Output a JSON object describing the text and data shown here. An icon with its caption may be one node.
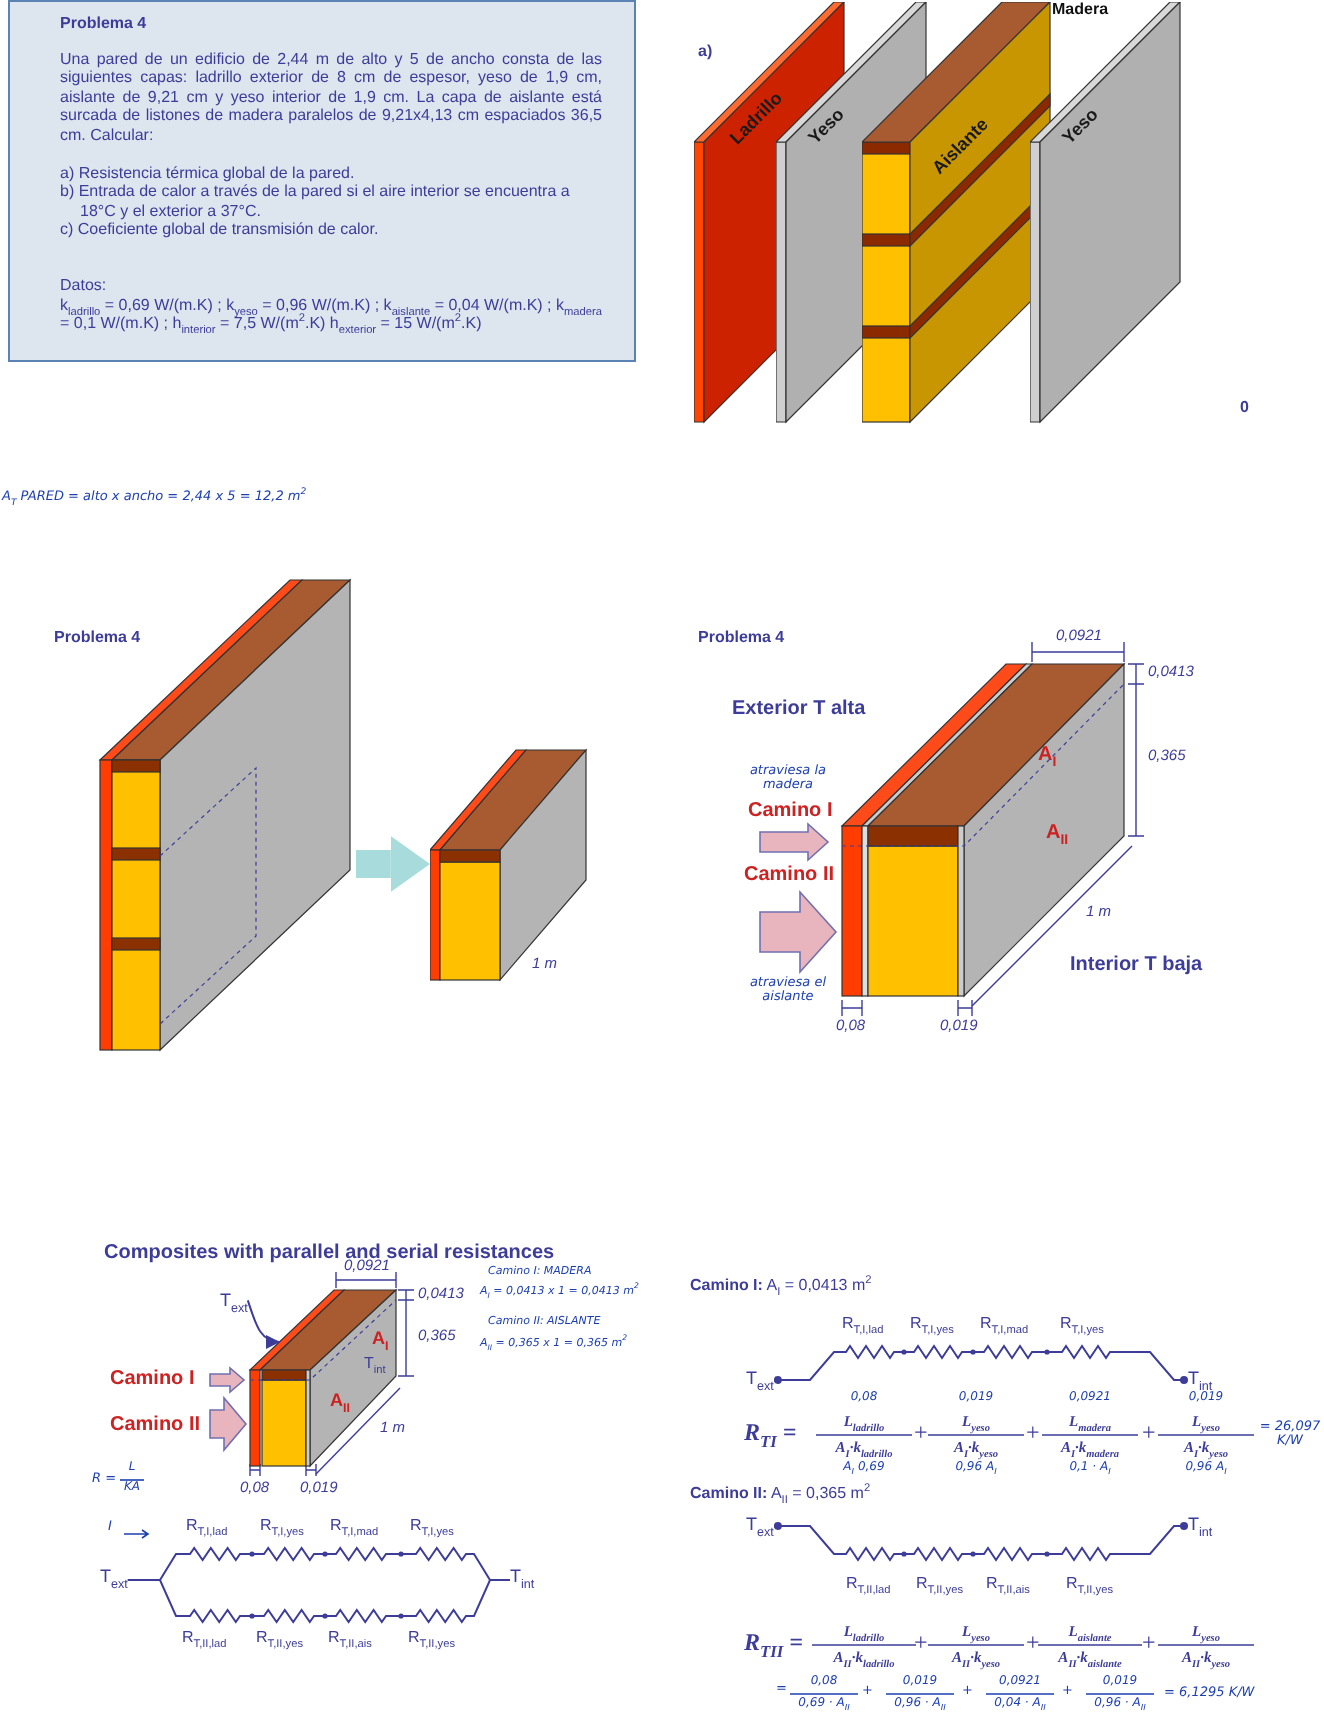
{
  "diagram": {
    "nodes": [
      {
        "text": [
          "Problema 4",
          "Una pared de un edificio de 2,44 m de alto y 5 de ancho consta de las siguientes capas: ladrillo exterior de 8 cm de espesor, yeso de 1,9 cm, aislante de 9,21 cm y yeso interior de 1,9 cm. La capa de aislante está surcada de listones de madera paralelos de 9,21x4,13 cm espaciados 36,5 cm. Calcular:",
          "a) Resistencia térmica global de la pared.",
          "b) Entrada de calor a través de la pared si el aire interior se encuentra a 18°C y el exterior a 37°C.",
          "c) Coeficiente global de transmisión de calor.",
          "Datos:",
          "k$_{ladrillo}$ = 0,69 W/(m.K) ; k$_{yeso}$ = 0,96 W/(m.K) ; k$_{aislante}$ = 0,04 W/(m.K) ; k$_{madera}$ = 0,1 W/(m.K) ; h$_{interior}$ = 7,5 W/(m$^{2}$.K) h$_{exterior}$ = 15 W/(m$^{2}$.K)"
        ]
      },
      {
        "text": [
          "Ladrillo"
        ]
      },
      {
        "text": [
          "Yeso"
        ]
      },
      {
        "text": [
          "Aislante"
        ]
      },
      {
        "text": [
          "Yeso"
        ]
      },
      {
        "text": [],
        "shape": "box"
      },
      {
        "text": [],
        "shape": "box"
      },
      {
        "text": [
          "T$_{ext}$"
        ]
      },
      {
        "text": [
          "T$_{ext}$"
        ]
      },
      {
        "text": [
          "T$_{int}$"
        ]
      },
      {
        "text": [
          "T$_{ext}$"
        ]
      },
      {
        "text": [
          "T$_{int}$"
        ]
      },
      {
        "text": [
          "T$_{ext}$"
        ]
      },
      {
        "text": [
          "T$_{int}$"
        ]
      },
      {
        "text": [],
        "shape": "box"
      }
    ],
    "edges": [
      {
        "from": 5,
        "to": 6,
        "arrow": "to",
        "style": "thick",
        "color": "#a8dcdc"
      },
      {
        "from": 7,
        "to": 14,
        "arrow": "to"
      },
      {
        "from": 8,
        "to": 9,
        "arrow": "none"
      },
      {
        "from": 8,
        "to": 9,
        "arrow": "none"
      },
      {
        "from": 10,
        "to": 11,
        "arrow": "other"
      },
      {
        "from": 12,
        "to": 13,
        "arrow": "other"
      }
    ],
    "labels": [
      "a)",
      "Madera",
      "0",
      "A$_{T}$ PARED = alto x ancho = 2,44 x 5 = 12,2 m$^{2}$",
      "Problema 4",
      "1 m",
      "Problema 4",
      "0,0921",
      "0,0413",
      "Exterior T alta",
      "0,365",
      "atraviesa la madera",
      "A$_{I}$",
      "Camino I",
      "A$_{II}$",
      "Camino II",
      "1 m",
      "Interior T baja",
      "atraviesa el aislante",
      "0,08",
      "0,019",
      "Composites with parallel and serial resistances",
      "0,0921",
      "Camino I: MADERA",
      "0,0413",
      "A$_{I}$ = 0,0413 x 1 = 0,0413 m$^{2}$",
      "A$_{I}$",
      "Camino II: AISLANTE",
      "0,365",
      "A$_{II}$ = 0,365 x 1 = 0,365 m$^{2}$",
      "T$_{int}$",
      "Camino I",
      "A$_{II}$",
      "1 m",
      "Camino II",
      "R =",
      "L",
      "KA",
      "0,08",
      "0,019",
      "R$_{T,I,lad}$",
      "R$_{T,I,yes}$",
      "R$_{T,I,mad}$",
      "R$_{T,I,yes}$",
      "I",
      "R$_{T,II,lad}$",
      "R$_{T,II,yes}$",
      "R$_{T,II,ais}$",
      "R$_{T,II,yes}$",
      "**Camino I:** A$_{I}$ = 0,0413 m$^{2}$",
      "R$_{T,I,lad}$",
      "R$_{T,I,yes}$",
      "R$_{T,I,mad}$",
      "R$_{T,I,yes}$",
      "0,08",
      "0,019",
      "0,0921",
      "0,019",
      "R$_{TI}$ =",
      "L$_{ladrillo}$",
      "+",
      "L$_{yeso}$",
      "+",
      "L$_{madera}$",
      "+",
      "L$_{yeso}$",
      "= 26,097 K/W",
      "A$_{I}$·k$_{ladrillo}$",
      "A$_{I}$·k$_{yeso}$",
      "A$_{I}$·k$_{madera}$",
      "A$_{I}$·k$_{yeso}$",
      "A$_{I}$ 0,69",
      "0,96 A$_{I}$",
      "0,1 · A$_{I}$",
      "0,96 A$_{I}$",
      "**Camino II:** A$_{II}$ = 0,365 m$^{2}$",
      "R$_{T,II,lad}$",
      "R$_{T,II,yes}$",
      "R$_{T,II,ais}$",
      "R$_{T,II,yes}$",
      "R$_{TII}$ =",
      "L$_{ladrillo}$",
      "+",
      "L$_{yeso}$",
      "+",
      "L$_{aislante}$",
      "+",
      "L$_{yeso}$",
      "A$_{II}$·k$_{ladrillo}$",
      "A$_{II}$·k$_{yeso}$",
      "A$_{II}$·k$_{aislante}$",
      "A$_{II}$·k$_{yeso}$",
      "=",
      "0,08",
      "+",
      "0,019",
      "+",
      "0,0921",
      "+",
      "0,019",
      "= 6,1295 K/W",
      "0,69 · A$_{II}$",
      "0,96 · A$_{II}$",
      "0,04 · A$_{II}$",
      "0,96 · A$_{II}$"
    ]
  }
}
